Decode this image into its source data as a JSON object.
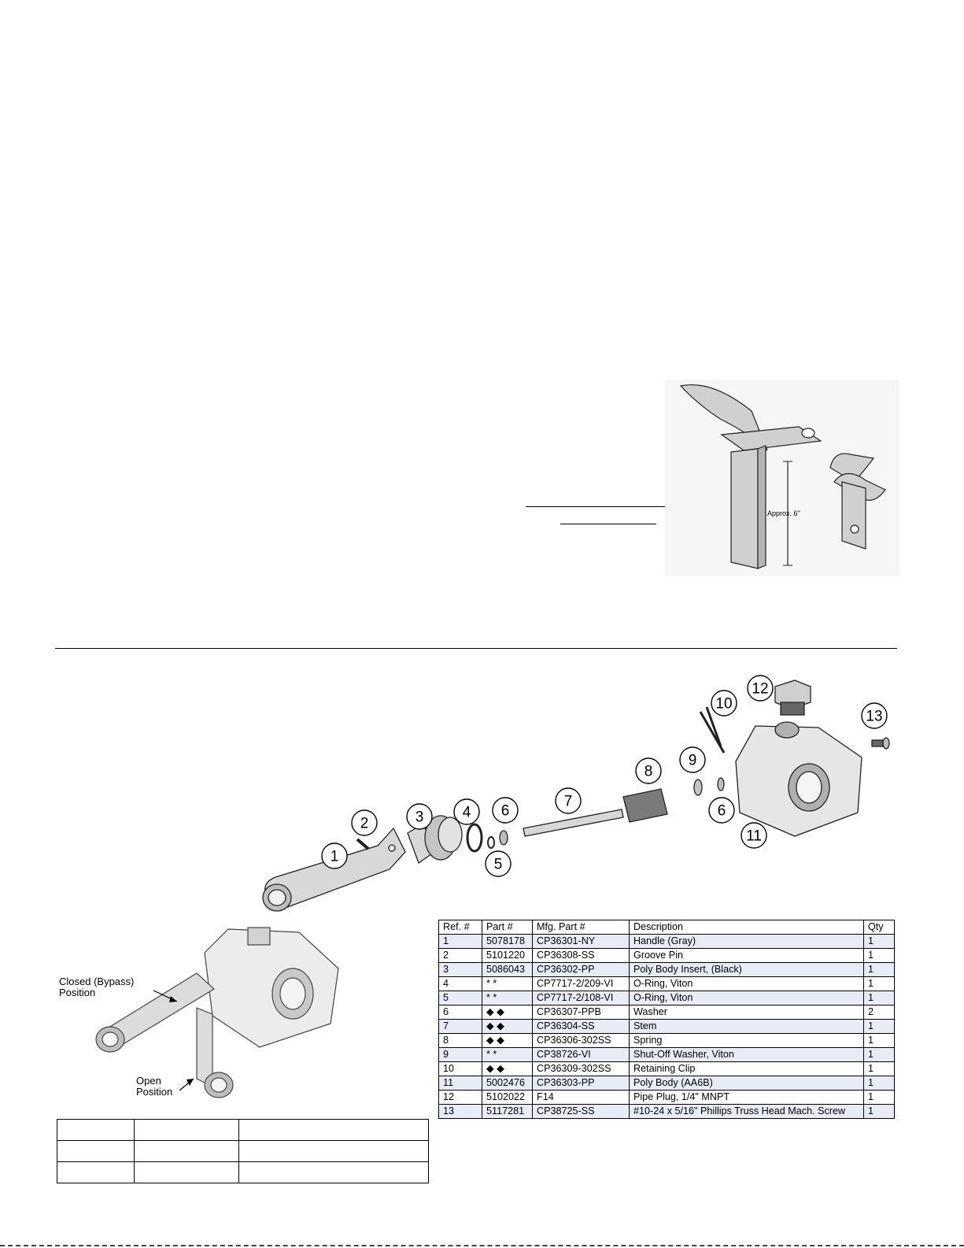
{
  "clip_figure": {
    "dimension_label": "Approx. 6\""
  },
  "exploded_view": {
    "callouts": [
      "1",
      "2",
      "3",
      "4",
      "5",
      "6",
      "6",
      "7",
      "8",
      "9",
      "10",
      "11",
      "12",
      "13"
    ]
  },
  "position_figure": {
    "closed_label": [
      "Closed (Bypass)",
      "Position"
    ],
    "open_label": [
      "Open",
      "Position"
    ]
  },
  "parts_table": {
    "headers": [
      "Ref. #",
      "Part #",
      "Mfg. Part #",
      "Description",
      "Qty"
    ],
    "rows": [
      [
        "1",
        "5078178",
        "CP36301-NY",
        "Handle (Gray)",
        "1"
      ],
      [
        "2",
        "5101220",
        "CP36308-SS",
        "Groove Pin",
        "1"
      ],
      [
        "3",
        "5086043",
        "CP36302-PP",
        "Poly Body Insert, (Black)",
        "1"
      ],
      [
        "4",
        "* *",
        "CP7717-2/209-VI",
        "O-Ring, Viton",
        "1"
      ],
      [
        "5",
        "* *",
        "CP7717-2/108-VI",
        "O-Ring, Viton",
        "1"
      ],
      [
        "6",
        "◆ ◆",
        "CP36307-PPB",
        "Washer",
        "2"
      ],
      [
        "7",
        "◆ ◆",
        "CP36304-SS",
        "Stem",
        "1"
      ],
      [
        "8",
        "◆ ◆",
        "CP36306-302SS",
        "Spring",
        "1"
      ],
      [
        "9",
        "* *",
        "CP38726-VI",
        "Shut-Off Washer, Viton",
        "1"
      ],
      [
        "10",
        "◆ ◆",
        "CP36309-302SS",
        "Retaining Clip",
        "1"
      ],
      [
        "11",
        "5002476",
        "CP36303-PP",
        "Poly Body (AA6B)",
        "1"
      ],
      [
        "12",
        "5102022",
        "F14",
        "Pipe Plug, 1/4\" MNPT",
        "1"
      ],
      [
        "13",
        "5117281",
        "CP38725-SS",
        "#10-24 x 5/16\" Phillips Truss Head Mach. Screw",
        "1"
      ]
    ]
  }
}
